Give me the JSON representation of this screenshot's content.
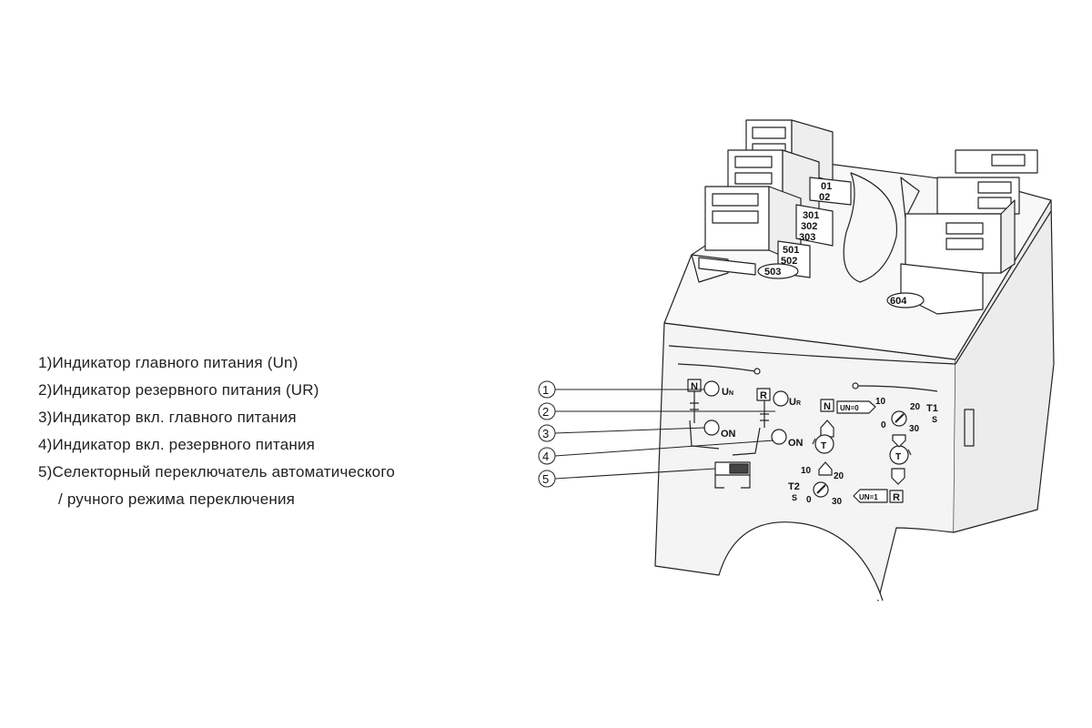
{
  "legend": {
    "item1": "1)Индикатор главного питания (Un)",
    "item2": "2)Индикатор резервного питания (UR)",
    "item3": "3)Индикатор вкл. главного питания",
    "item4": "4)Индикатор вкл. резервного питания",
    "item5a": "5)Селекторный переключатель автоматического",
    "item5b": "/ ручного режима переключения"
  },
  "callouts": [
    "1",
    "2",
    "3",
    "4",
    "5"
  ],
  "device": {
    "terminals_left": [
      "01",
      "02",
      "301",
      "302",
      "303",
      "501",
      "502",
      "503"
    ],
    "terminals_right": [
      "604"
    ],
    "label_N": "N",
    "label_R": "R",
    "label_Un": "U",
    "label_Un_sub": "N",
    "label_Ur": "U",
    "label_Ur_sub": "R",
    "on1": "ON",
    "on2": "ON",
    "un0": "UN=0",
    "un1": "UN=1",
    "knob_T": "T",
    "dial1_10": "10",
    "dial1_20": "20",
    "dial1_0": "0",
    "dial1_30": "30",
    "t1": "T1",
    "t1_unit": "S",
    "dial2_10": "10",
    "dial2_20": "20",
    "dial2_0": "0",
    "dial2_30": "30",
    "t2": "T2",
    "t2_unit": "S"
  }
}
